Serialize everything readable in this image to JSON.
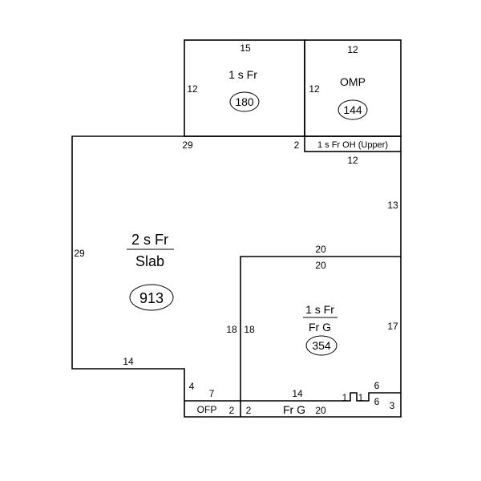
{
  "rooms": {
    "main": {
      "line1": "2 s Fr",
      "line2": "Slab",
      "area": "913"
    },
    "top_left": {
      "label": "1 s Fr",
      "area": "180"
    },
    "omp": {
      "label": "OMP",
      "area": "144"
    },
    "overhang": {
      "label": "1 s Fr OH  (Upper)"
    },
    "garage_block": {
      "line1": "1 s Fr",
      "line2": "Fr G",
      "area": "354"
    },
    "ofp": {
      "label": "OFP"
    },
    "fr_g_strip": {
      "label": "Fr G"
    }
  },
  "dims": {
    "top_15": "15",
    "top_left_side_12": "12",
    "omp_top_12": "12",
    "omp_left_12": "12",
    "main_top_29": "29",
    "main_top_2": "2",
    "oh_bottom_12": "12",
    "right_13": "13",
    "main_left_29": "29",
    "mid_20_a": "20",
    "mid_20_b": "20",
    "left_18": "18",
    "right_18": "18",
    "right_17": "17",
    "bottom_14": "14",
    "ofp_4": "4",
    "ofp_7": "7",
    "strip_14": "14",
    "step_1a": "1",
    "step_1b": "1",
    "step_6a": "6",
    "step_6b": "6",
    "step_3": "3",
    "ofp_2": "2",
    "strip_2": "2",
    "strip_20": "20"
  }
}
